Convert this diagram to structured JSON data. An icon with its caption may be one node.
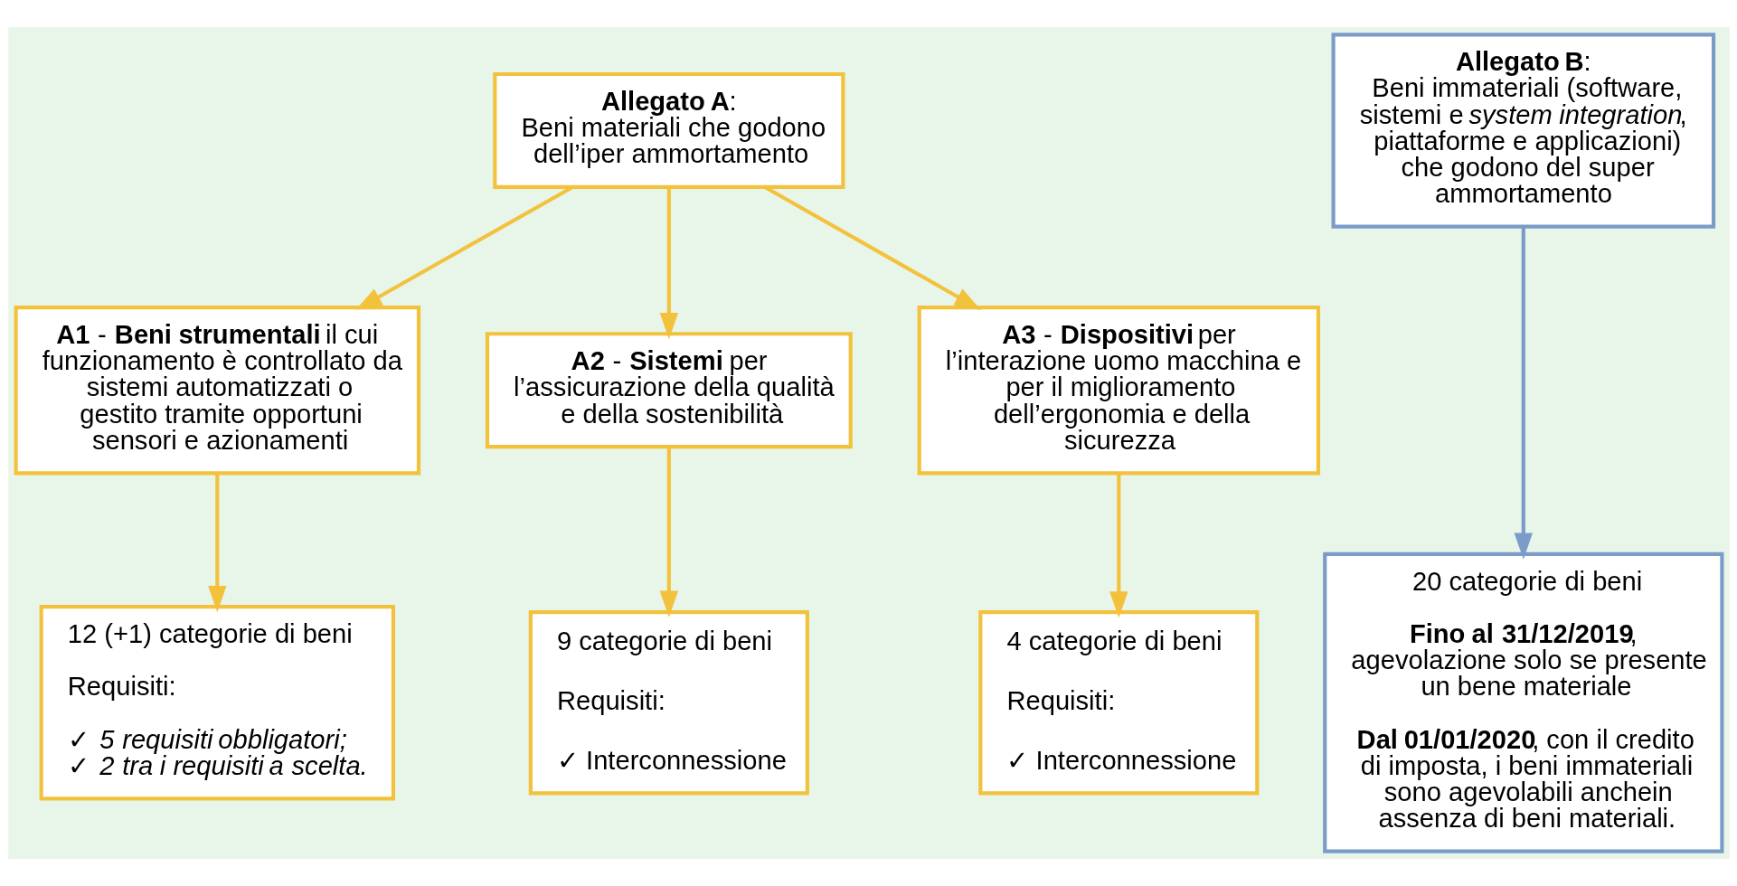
{
  "diagram": {
    "nodes": [
      {
        "text": [
          "**Allegato A**:",
          "Beni materiali che godono dell’iper ammortamento"
        ]
      },
      {
        "text": [
          "**A1** - **Beni strumentali** il cui funzionamento è controllato da sistemi automatizzati o gestito tramite opportuni sensori e azionamenti"
        ]
      },
      {
        "text": [
          "**A2** - **Sistemi** per l’assicurazione della qualità e della sostenibilità"
        ]
      },
      {
        "text": [
          "**A3** - **Dispositivi** per l’interazione uomo macchina e per il miglioramento dell’ergonomia e della sicurezza"
        ]
      },
      {
        "text": [
          "12 (+1) categorie di beni",
          "Requisiti:",
          "✓ *5 requisiti obbligatori;*",
          "✓ *2 tra i requisiti a scelta.*"
        ]
      },
      {
        "text": [
          "9 categorie di beni",
          "Requisiti:",
          "✓ Interconnessione"
        ]
      },
      {
        "text": [
          "4 categorie di beni",
          "Requisiti:",
          "✓ Interconnessione"
        ]
      },
      {
        "text": [
          "**Allegato B**:",
          "Beni immateriali (software, sistemi e *system integration*, piattaforme e applicazioni) che godono del super ammortamento"
        ]
      },
      {
        "text": [
          "20 categorie di beni",
          "**Fino al 31/12/2019**, agevolazione solo se presente un bene materiale",
          "**Dal 01/01/2020**, con il credito di imposta, i beni immateriali sono agevolabili anchein assenza di beni materiali."
        ]
      }
    ],
    "edges": [
      {
        "from": 0,
        "to": 1,
        "arrow": "to"
      },
      {
        "from": 0,
        "to": 2,
        "arrow": "to"
      },
      {
        "from": 0,
        "to": 3,
        "arrow": "to"
      },
      {
        "from": 1,
        "to": 4,
        "arrow": "to"
      },
      {
        "from": 2,
        "to": 5,
        "arrow": "to"
      },
      {
        "from": 3,
        "to": 6,
        "arrow": "to"
      },
      {
        "from": 7,
        "to": 8,
        "arrow": "to",
        "color": "#7b9cc9"
      }
    ]
  }
}
